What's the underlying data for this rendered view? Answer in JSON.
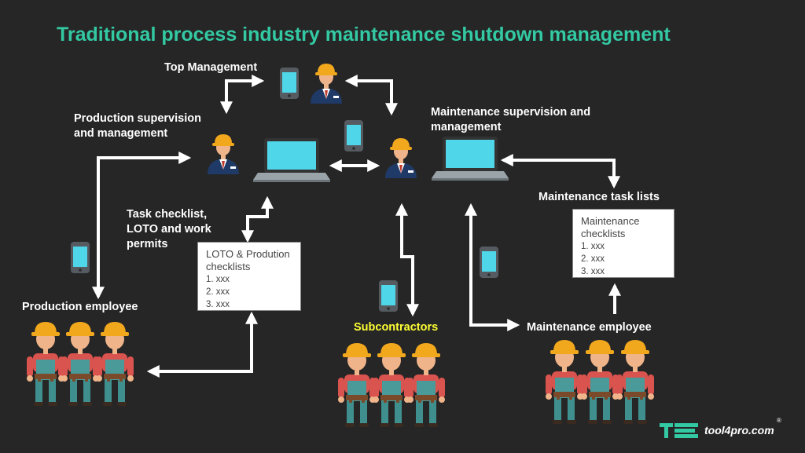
{
  "title": "Traditional process industry  maintenance shutdown management",
  "labels": {
    "top_management": "Top Management",
    "production_supervision": [
      "Production supervision",
      "and management"
    ],
    "maintenance_supervision": [
      "Maintenance supervision and",
      "management"
    ],
    "task_checklist": [
      "Task checklist,",
      "LOTO and work",
      "permits"
    ],
    "maintenance_task_lists": "Maintenance task lists",
    "production_employee": "Production employee",
    "subcontractors": "Subcontractors",
    "maintenance_employee": "Maintenance employee"
  },
  "notes": {
    "loto": {
      "heading": [
        "LOTO & Prodution",
        "checklists"
      ],
      "items": [
        "1. xxx",
        "2. xxx",
        "3. xxx"
      ]
    },
    "maintenance": {
      "heading": [
        "Maintenance",
        "checklists"
      ],
      "items": [
        "1. xxx",
        "2. xxx",
        "3. xxx"
      ]
    }
  },
  "brand": {
    "name": "tool4pro.com",
    "registered": "®"
  },
  "colors": {
    "background": "#262626",
    "title": "#33c9a3",
    "hardhat": "#f2a81d",
    "suit": "#1f3a66",
    "screen": "#4fd6e8"
  }
}
